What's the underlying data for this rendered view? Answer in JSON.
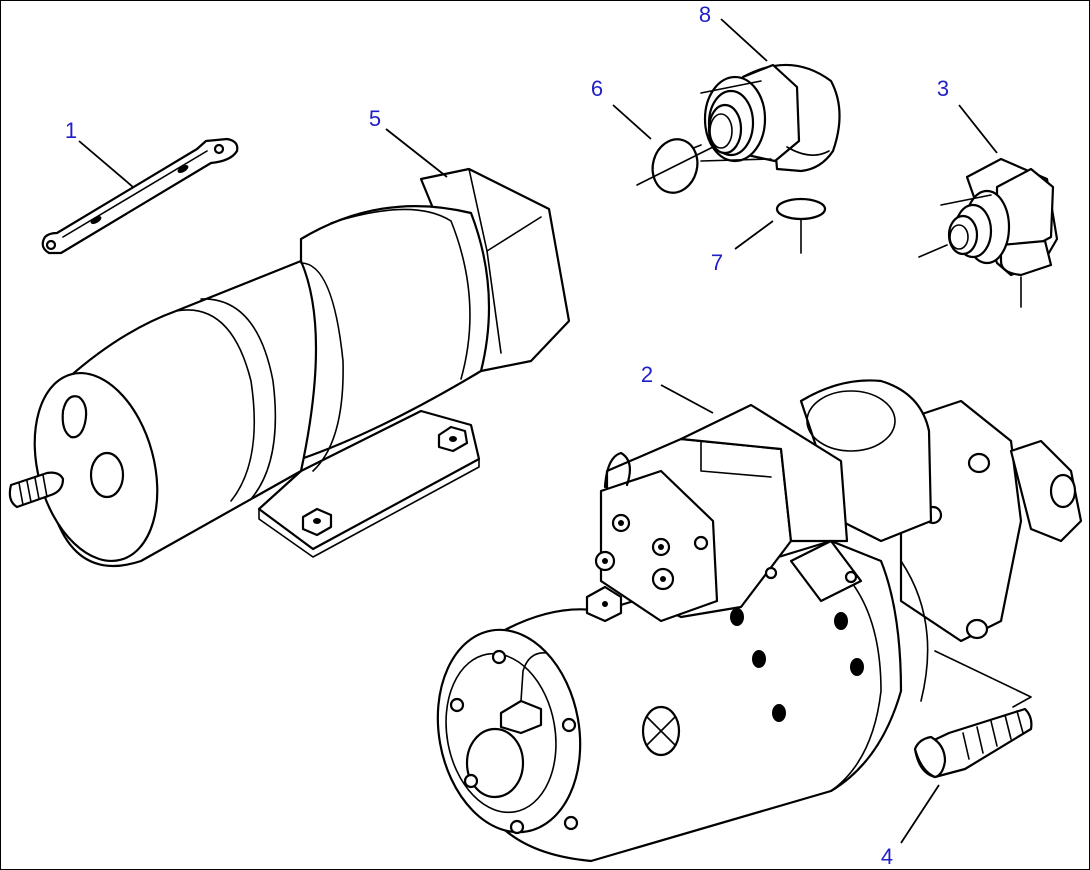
{
  "diagram": {
    "callouts": [
      {
        "id": "1",
        "label": "1"
      },
      {
        "id": "2",
        "label": "2"
      },
      {
        "id": "3",
        "label": "3"
      },
      {
        "id": "4",
        "label": "4"
      },
      {
        "id": "5",
        "label": "5"
      },
      {
        "id": "6",
        "label": "6"
      },
      {
        "id": "7",
        "label": "7"
      },
      {
        "id": "8",
        "label": "8"
      }
    ],
    "colors": {
      "callout": "#1f1fc8",
      "line": "#000000",
      "background": "#ffffff"
    }
  }
}
